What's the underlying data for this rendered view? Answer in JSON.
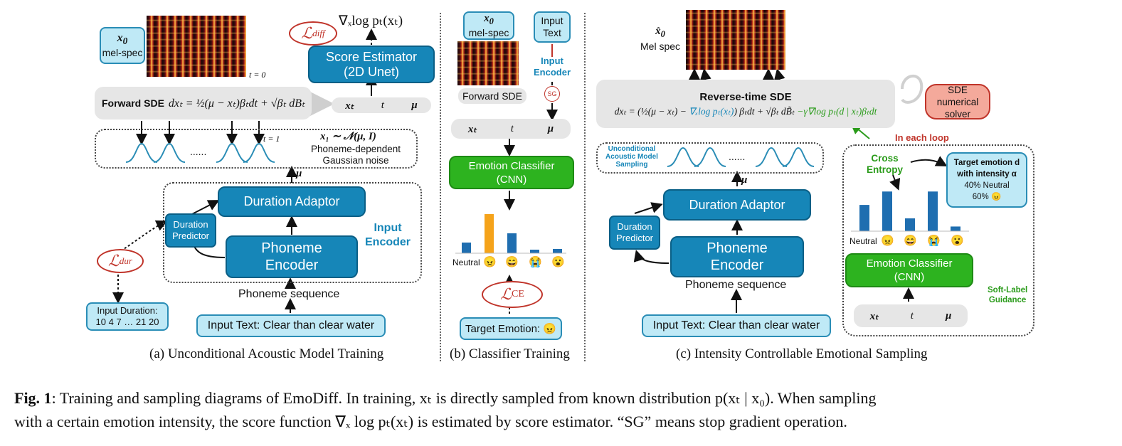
{
  "panel_a": {
    "x0_label": "x",
    "x0_sub": "0",
    "melspec_label": "mel-spec",
    "t0_label": "t = 0",
    "loss_diff": "ℒ",
    "loss_diff_sub": "diff",
    "score_top": "∇ₓlog pₜ(xₜ)",
    "score_estimator": "Score Estimator",
    "score_estimator_sub": "(2D Unet)",
    "forward_sde_label": "Forward SDE",
    "forward_sde_eq": "dxₜ = ½(μ − xₜ)βₜdt + √βₜ dBₜ",
    "xt_label": "xₜ",
    "t_label": "t",
    "mu_label": "μ",
    "t1_label": "t = 1",
    "dots": "......",
    "noise_eq": "x₁ ∼ 𝒩(μ, I)",
    "noise_line1": "Phoneme-dependent",
    "noise_line2": "Gaussian noise",
    "mu_arrow": "μ",
    "duration_adaptor": "Duration Adaptor",
    "duration_predictor_1": "Duration",
    "duration_predictor_2": "Predictor",
    "phoneme_encoder_1": "Phoneme",
    "phoneme_encoder_2": "Encoder",
    "input_encoder_1": "Input",
    "input_encoder_2": "Encoder",
    "loss_dur": "ℒ",
    "loss_dur_sub": "dur",
    "input_duration_1": "Input Duration:",
    "input_duration_2": "10 4 7 … 21 20",
    "phoneme_sequence": "Phoneme sequence",
    "input_text": "Input Text: Clear than clear water",
    "caption": "(a) Unconditional Acoustic Model Training"
  },
  "panel_b": {
    "x0_label": "x",
    "x0_sub": "0",
    "melspec_label": "mel-spec",
    "input_text_1": "Input",
    "input_text_2": "Text",
    "input_encoder_1": "Input",
    "input_encoder_2": "Encoder",
    "sg": "SG",
    "forward_sde": "Forward SDE",
    "xt_label": "xₜ",
    "t_label": "t",
    "mu_label": "μ",
    "emotion_classifier": "Emotion Classifier",
    "emotion_classifier_sub": "(CNN)",
    "neutral": "Neutral",
    "emojis": [
      "😠",
      "😄",
      "😭",
      "😮"
    ],
    "loss_ce": "ℒ",
    "loss_ce_sub": "CE",
    "target_emotion": "Target Emotion: 😠",
    "caption": "(b) Classifier Training",
    "bar_values": [
      0.15,
      0.55,
      0.28,
      0.05,
      0.06
    ],
    "bar_colors": [
      "#1f6eb0",
      "#f5a31a",
      "#1f6eb0",
      "#1f6eb0",
      "#1f6eb0"
    ]
  },
  "panel_c": {
    "x0_label": "x̂",
    "x0_sub": "0",
    "melspec_label": "Mel spec",
    "reverse_sde": "Reverse-time SDE",
    "eq_part1": "dxₜ = (½(μ − xₜ) −",
    "eq_part2": "∇ₓlog pₜ(xₜ)",
    "eq_part3": ") βₜdt + √βₜ dB̃ₜ",
    "eq_part4": "−γ∇log pₜ(d | xₜ)βₜdt",
    "solver_1": "SDE numerical",
    "solver_2": "solver",
    "in_each_loop": "In each loop",
    "uncond_1": "Unconditional",
    "uncond_2": "Acoustic Model",
    "uncond_3": "Sampling",
    "dots": "......",
    "mu_arrow": "μ",
    "cross_1": "Cross",
    "cross_2": "Entropy",
    "target_1": "Target emotion d",
    "target_2": "with intensity α",
    "target_3": "40% Neutral",
    "target_4": "60% 😠",
    "duration_adaptor": "Duration Adaptor",
    "duration_predictor_1": "Duration",
    "duration_predictor_2": "Predictor",
    "phoneme_encoder_1": "Phoneme",
    "phoneme_encoder_2": "Encoder",
    "phoneme_sequence": "Phoneme sequence",
    "input_text": "Input Text: Clear than clear water",
    "neutral": "Neutral",
    "emojis": [
      "😠",
      "😄",
      "😭",
      "😮"
    ],
    "emotion_classifier": "Emotion Classifier",
    "emotion_classifier_sub": "(CNN)",
    "soft_1": "Soft-Label",
    "soft_2": "Guidance",
    "xt_label": "xₜ",
    "t_label": "t",
    "mu_label": "μ",
    "caption": "(c) Intensity Controllable Emotional Sampling",
    "bar_values": [
      0.45,
      0.68,
      0.22,
      0.68,
      0.08
    ]
  },
  "figure_caption": {
    "label": "Fig. 1",
    "line1": ": Training and sampling diagrams of EmoDiff. In training, xₜ is directly sampled from known distribution p(xₜ | x₀). When sampling",
    "line2": "with a certain emotion intensity, the score function ∇ₓ log pₜ(xₜ) is estimated by score estimator. “SG” means stop gradient operation."
  },
  "colors": {
    "blue": "#1686b8",
    "green": "#2db31f",
    "lightblue": "#bfe9f6",
    "loss_red": "#c0342a",
    "solver_bg": "#f4a99b"
  }
}
